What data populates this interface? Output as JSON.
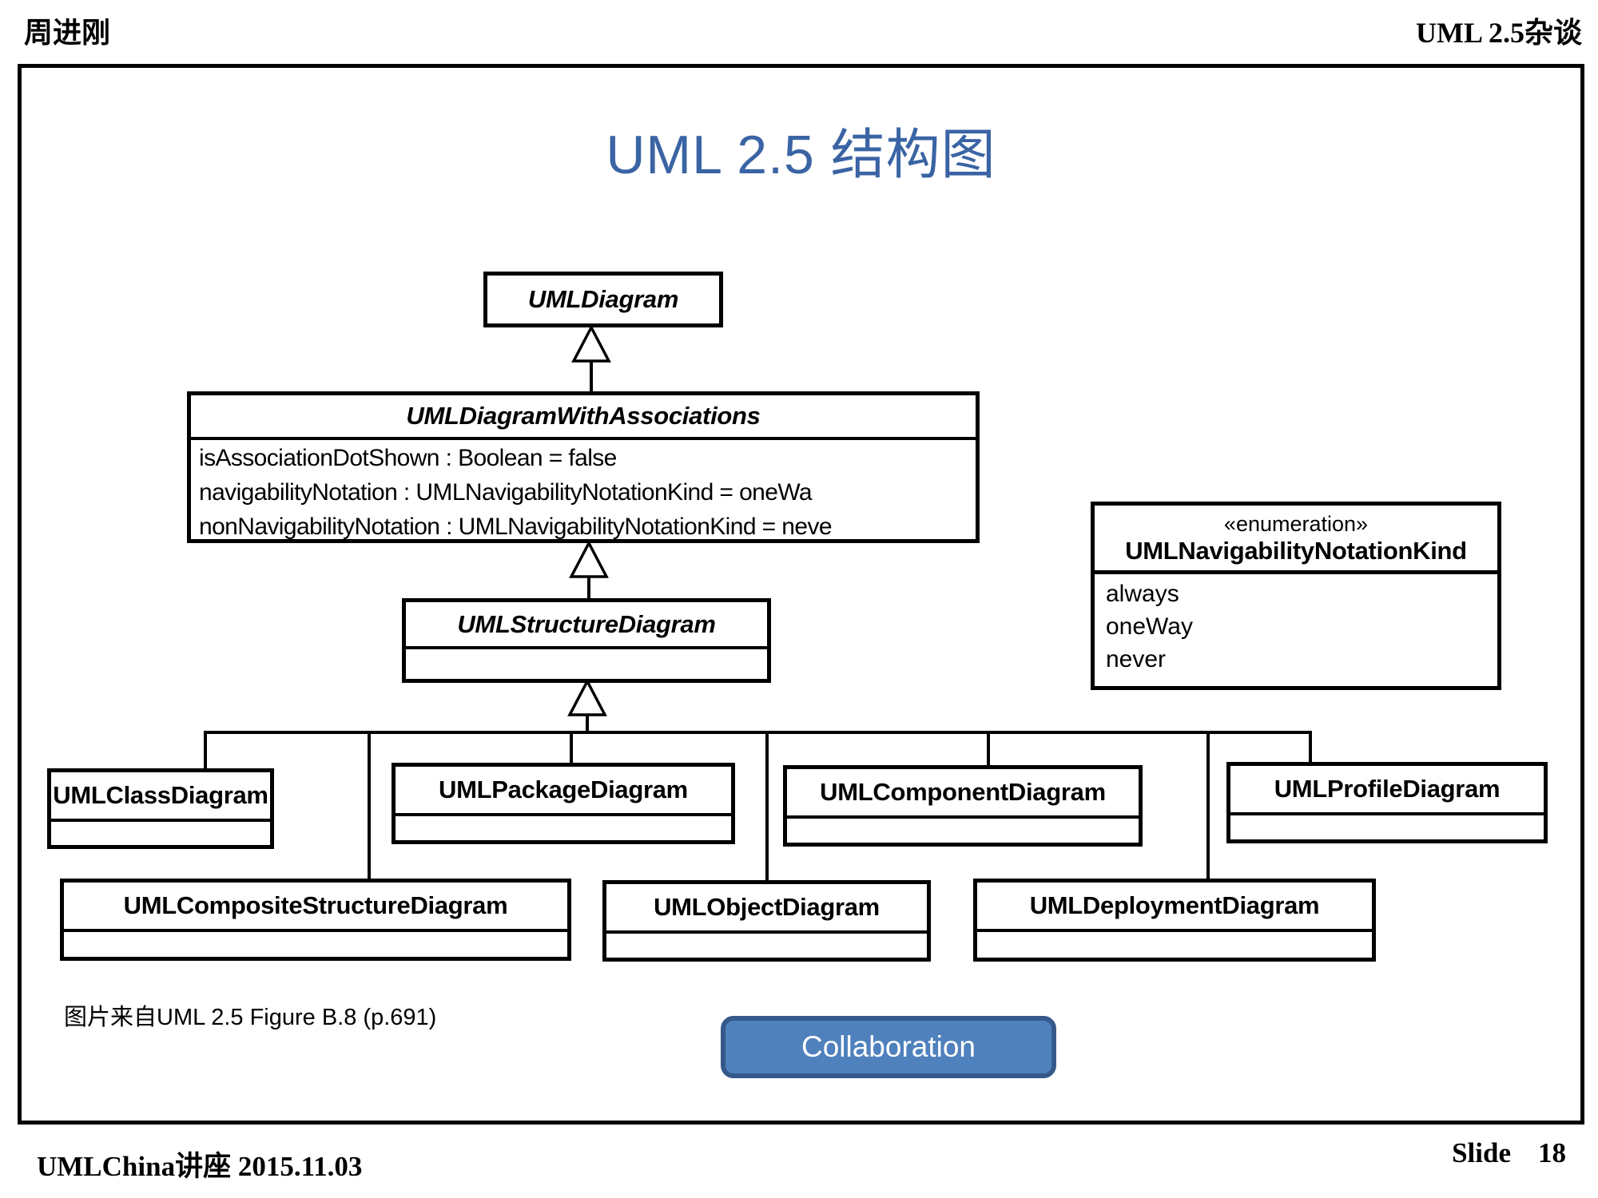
{
  "header": {
    "left": "周进刚",
    "right": "UML 2.5杂谈"
  },
  "footer": {
    "left": "UMLChina讲座 2015.11.03",
    "slide_label": "Slide",
    "slide_number": "18"
  },
  "slide": {
    "title": "UML 2.5 结构图",
    "caption": "图片来自UML 2.5 Figure B.8 (p.691)",
    "collaboration_button": "Collaboration"
  },
  "diagram": {
    "classes": {
      "uml_diagram": "UMLDiagram",
      "uml_diagram_with_associations": "UMLDiagramWithAssociations",
      "uml_structure_diagram": "UMLStructureDiagram",
      "uml_class_diagram": "UMLClassDiagram",
      "uml_package_diagram": "UMLPackageDiagram",
      "uml_component_diagram": "UMLComponentDiagram",
      "uml_profile_diagram": "UMLProfileDiagram",
      "uml_composite_structure_diagram": "UMLCompositeStructureDiagram",
      "uml_object_diagram": "UMLObjectDiagram",
      "uml_deployment_diagram": "UMLDeploymentDiagram"
    },
    "attributes": {
      "line1": "isAssociationDotShown : Boolean = false",
      "line2": "navigabilityNotation : UMLNavigabilityNotationKind = oneWa",
      "line3": "nonNavigabilityNotation : UMLNavigabilityNotationKind = neve"
    },
    "enumeration": {
      "stereotype": "«enumeration»",
      "name": "UMLNavigabilityNotationKind",
      "literals": [
        "always",
        "oneWay",
        "never"
      ]
    }
  },
  "colors": {
    "title_blue": "#3A64A4",
    "button_fill": "#4F81BD",
    "button_border": "#36598C",
    "line_black": "#000000"
  }
}
